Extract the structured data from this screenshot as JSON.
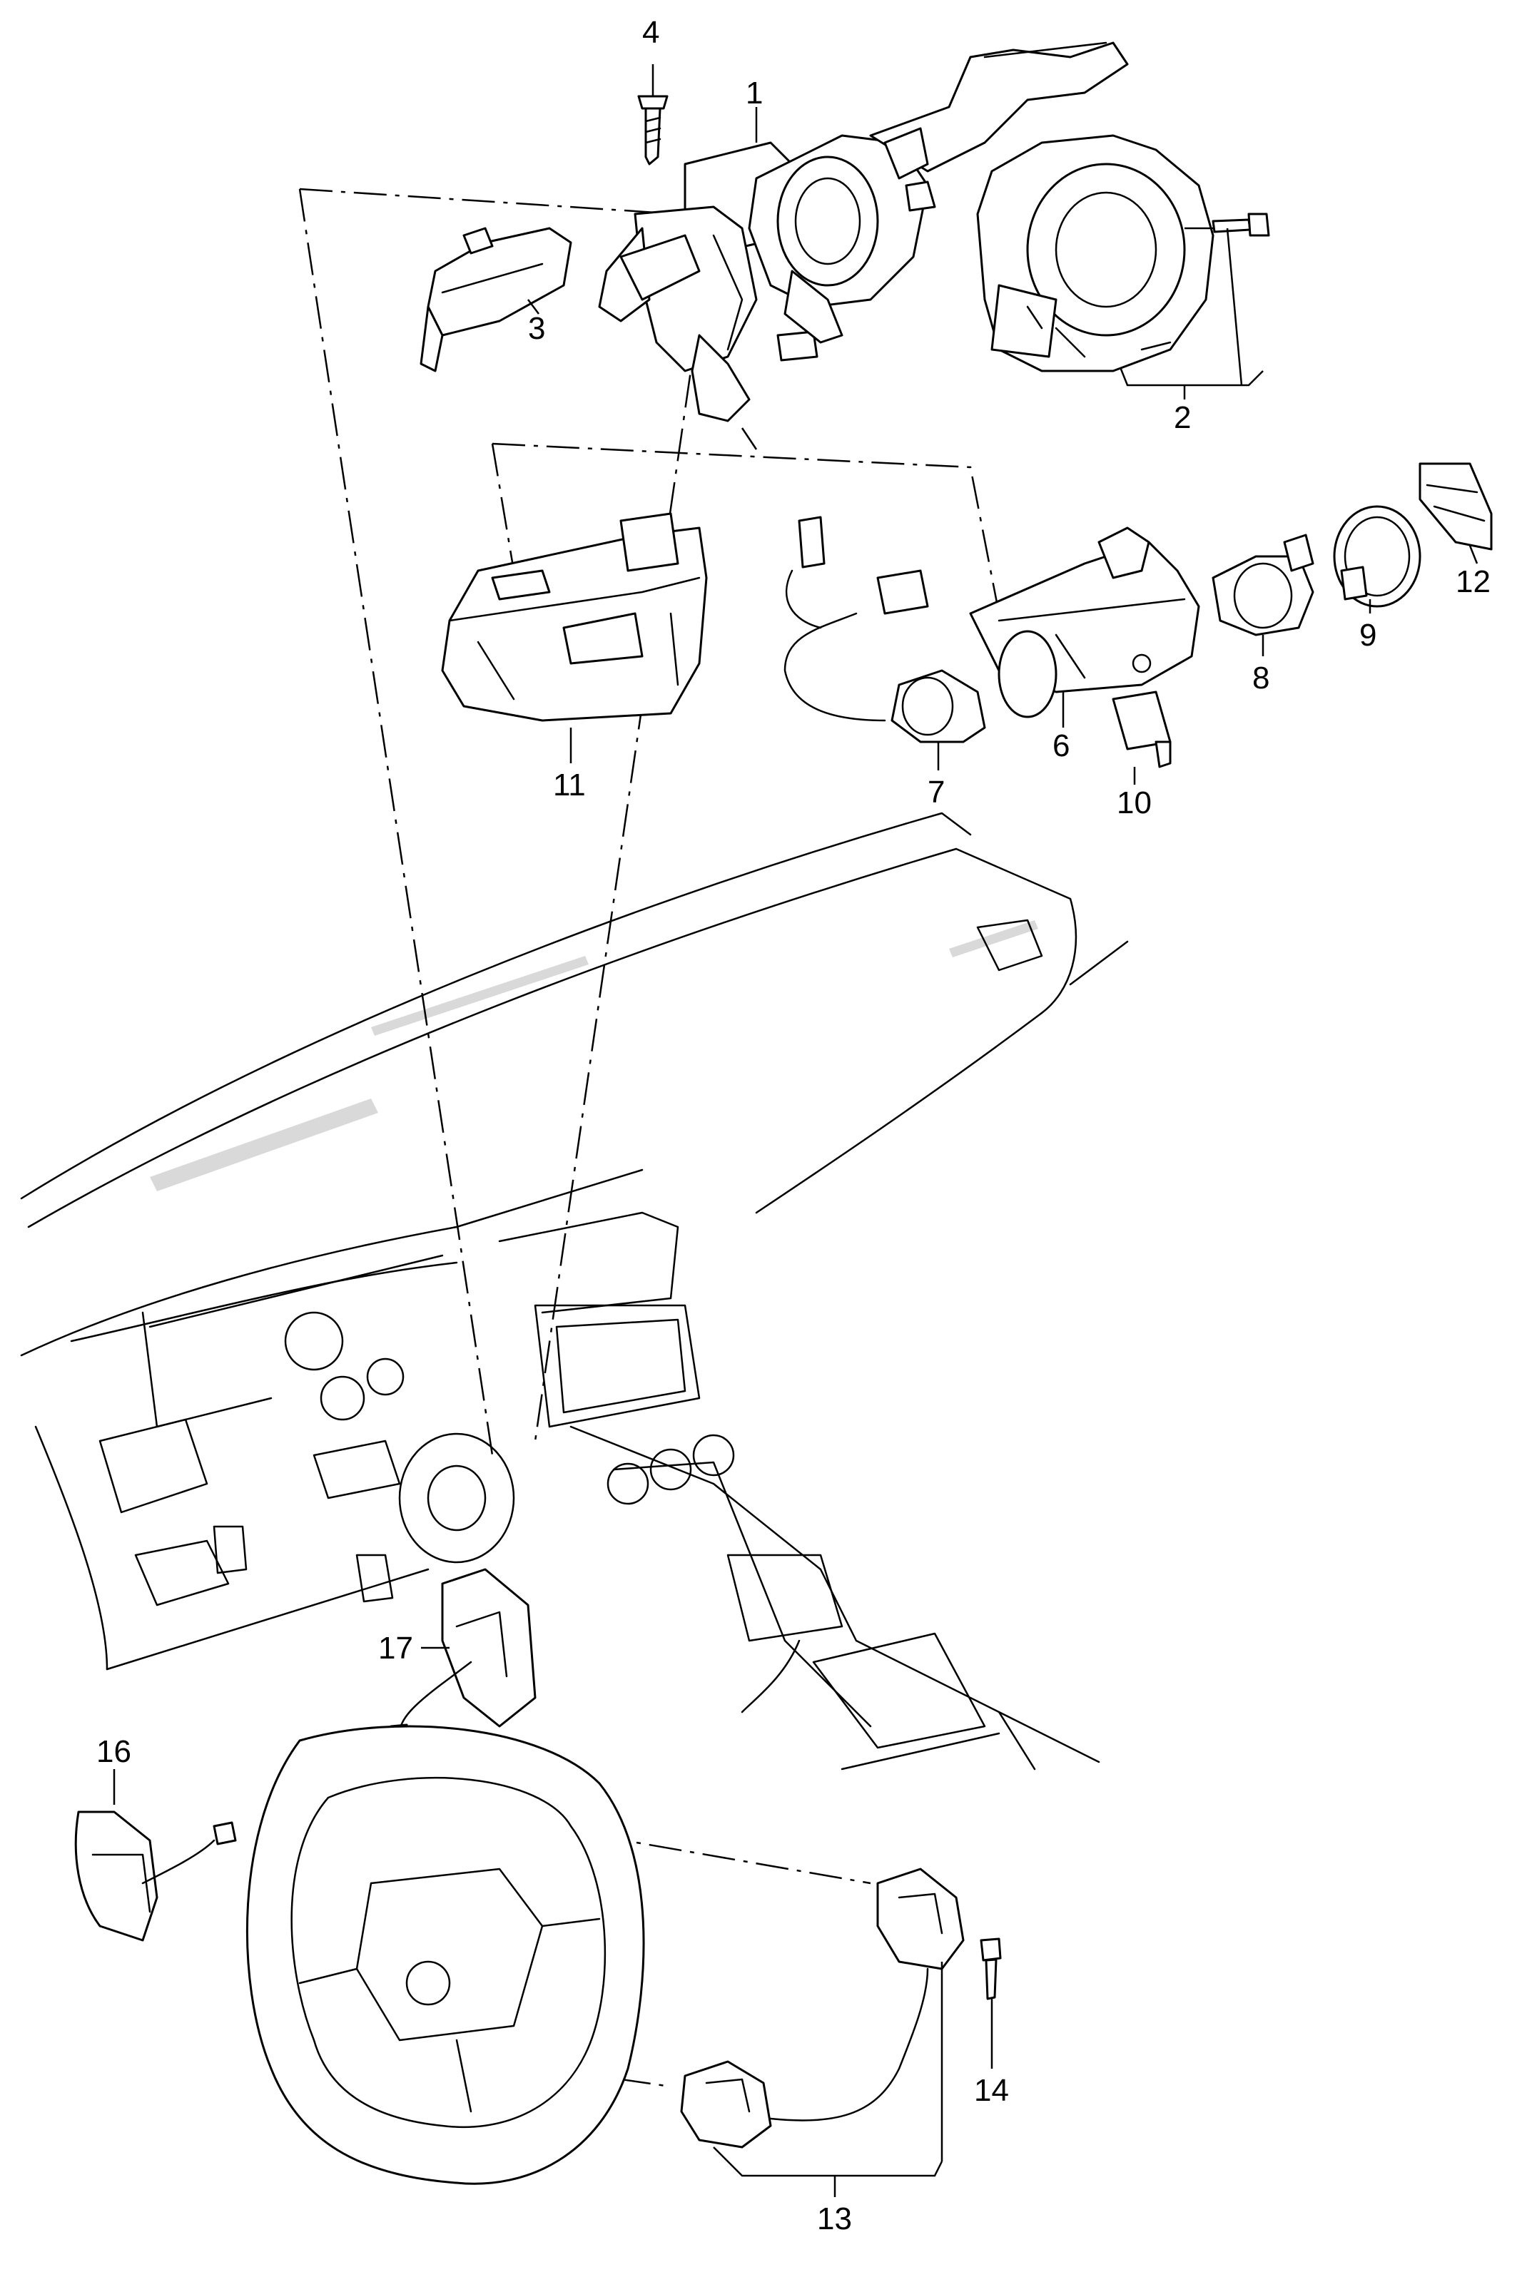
{
  "callouts": {
    "c1": "1",
    "c2": "2",
    "c3": "3",
    "c4": "4",
    "c5": "6",
    "c6": "7",
    "c7": "8",
    "c8": "9",
    "c9": "10",
    "c10": "11",
    "c11": "12",
    "c12": "13",
    "c13": "14",
    "c14": "16",
    "c15": "17"
  },
  "colors": {
    "line": "#000000",
    "background": "#ffffff"
  }
}
